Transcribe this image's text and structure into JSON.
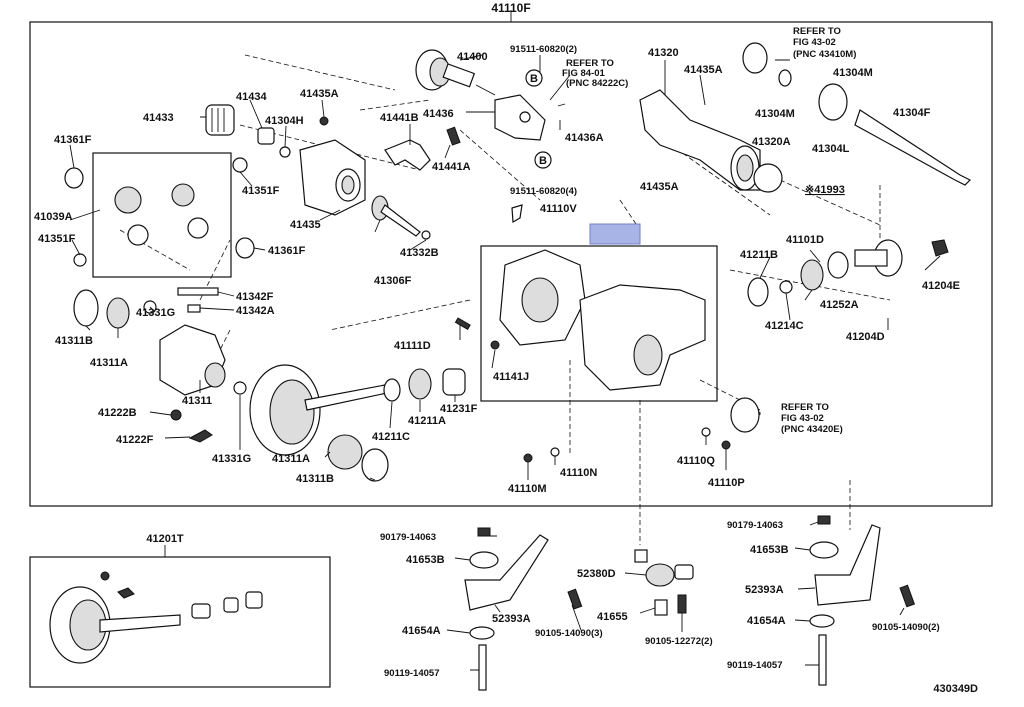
{
  "diagram_id": "430349D",
  "assembly_label": "41110F",
  "kit_label": "41201T",
  "callouts": {
    "p41400": "41400",
    "p91511a": "91511-60820(2)",
    "refer84": "REFER TO",
    "fig84": "FIG 84-01",
    "pnc84": "(PNC 84222C)",
    "p41320": "41320",
    "refer43a": "REFER TO",
    "fig43a": "FIG 43-02",
    "pnc43a": "(PNC 43410M)",
    "p41435a_top": "41435A",
    "p41304m": "41304M",
    "p41304m2": "41304M",
    "p41304f": "41304F",
    "p41304l": "41304L",
    "p41320a": "41320A",
    "p41993": "※41993",
    "p41433": "41433",
    "p41434": "41434",
    "p41435a_l": "41435A",
    "p41304h": "41304H",
    "p41441b": "41441B",
    "p41436": "41436",
    "p41436a": "41436A",
    "p41441a": "41441A",
    "p41361f_a": "41361F",
    "p41351f_a": "41351F",
    "p41435": "41435",
    "p91511b": "91511-60820(4)",
    "p41435a_m": "41435A",
    "p41110v": "41110V",
    "p41039a": "41039A",
    "p41351f_b": "41351F",
    "p41361f_b": "41361F",
    "p41332b": "41332B",
    "p41306f": "41306F",
    "p41211b": "41211B",
    "p41101d": "41101D",
    "p41204e": "41204E",
    "p41342f": "41342F",
    "p41342a": "41342A",
    "p41331g_a": "41331G",
    "p41311b_a": "41311B",
    "p41311a_a": "41311A",
    "p41252a": "41252A",
    "p41214c": "41214C",
    "p41204d": "41204D",
    "p41111d": "41111D",
    "p41141j": "41141J",
    "p41311": "41311",
    "p41222b": "41222B",
    "p41222f": "41222F",
    "p41211a": "41211A",
    "p41231f": "41231F",
    "p41211c": "41211C",
    "p41331g_b": "41331G",
    "p41311a_b": "41311A",
    "p41311b_b": "41311B",
    "refer43b": "REFER TO",
    "fig43b": "FIG 43-02",
    "pnc43b": "(PNC 43420E)",
    "p41110q": "41110Q",
    "p41110p": "41110P",
    "p41110n": "41110N",
    "p41110m": "41110M",
    "p90179a": "90179-14063",
    "p41653b_a": "41653B",
    "p52380d": "52380D",
    "p52393a_a": "52393A",
    "p41655": "41655",
    "p41654a_a": "41654A",
    "p90105a": "90105-14090(3)",
    "p90105b": "90105-12272(2)",
    "p90119a": "90119-14057",
    "p90179b": "90179-14063",
    "p41653b_b": "41653B",
    "p52393a_b": "52393A",
    "p90105c": "90105-14090(2)",
    "p41654a_b": "41654A",
    "p90119b": "90119-14057"
  },
  "ref_markers": {
    "b_top": "B",
    "b_mid": "B"
  }
}
